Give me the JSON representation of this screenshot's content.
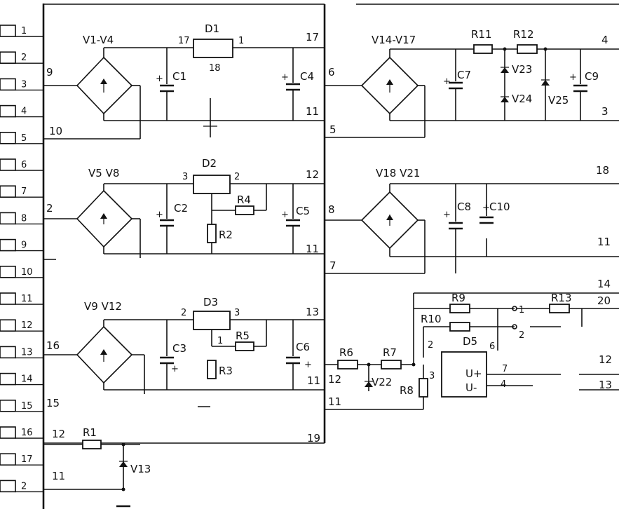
{
  "connector_pins": [
    "1",
    "2",
    "3",
    "4",
    "5",
    "6",
    "7",
    "8",
    "9",
    "10",
    "11",
    "12",
    "13",
    "14",
    "15",
    "16",
    "17",
    "2"
  ],
  "block1": {
    "bridge": "V1-V4",
    "input_pin": "9",
    "gnd_pin": "10",
    "diode": "D1",
    "diode_pin_left": "17",
    "diode_pin_right": "1",
    "diode_pin_bottom": "18",
    "cap_left": "C1",
    "cap_right": "C4",
    "out_top": "17",
    "out_bottom": "11"
  },
  "block2": {
    "bridge": "V5 V8",
    "input_pin": "2",
    "reg": "D2",
    "reg_pin_left": "3",
    "reg_pin_right": "2",
    "cap_left": "C2",
    "cap_right": "C5",
    "res_a": "R4",
    "res_b": "R2",
    "out_top": "12",
    "out_bottom": "11"
  },
  "block3": {
    "bridge": "V9 V12",
    "input_pin": "16",
    "reg": "D3",
    "reg_pin_left": "2",
    "reg_pin_right": "3",
    "reg_pin_bottom": "1",
    "cap_left": "C3",
    "cap_right": "C6",
    "res_a": "R5",
    "res_b": "R3",
    "out_top": "13",
    "out_bottom": "11",
    "left_pin": "15"
  },
  "block4": {
    "pin_r1": "12",
    "res": "R1",
    "zener": "V13",
    "pin_gnd": "11",
    "right_pin": "19"
  },
  "block5": {
    "bridge": "V14-V17",
    "in_a": "6",
    "in_b": "5",
    "res_a": "R11",
    "res_b": "R12",
    "zener_a": "V23",
    "zener_b": "V24",
    "zener_c": "V25",
    "cap_a": "C7",
    "cap_b": "C9",
    "out_top": "4",
    "out_bottom": "3"
  },
  "block6": {
    "bridge": "V18 V21",
    "in_a": "8",
    "in_b": "7",
    "cap_a": "C8",
    "cap_b": "C10",
    "out_top": "18",
    "out_bottom": "11"
  },
  "block7": {
    "in_pin_a": "12",
    "in_pin_b": "11",
    "res_6": "R6",
    "res_7": "R7",
    "res_8": "R8",
    "res_9": "R9",
    "res_10": "R10",
    "res_13": "R13",
    "zener": "V22",
    "opamp": "D5",
    "pin_2": "2",
    "pin_3": "3",
    "pin_6": "6",
    "pin_7": "7",
    "pin_4": "4",
    "u_plus": "U+",
    "u_minus": "U-",
    "sw_1": "1",
    "sw_2": "2",
    "out_14": "14",
    "out_20": "20",
    "out_12": "12",
    "out_13": "13"
  }
}
